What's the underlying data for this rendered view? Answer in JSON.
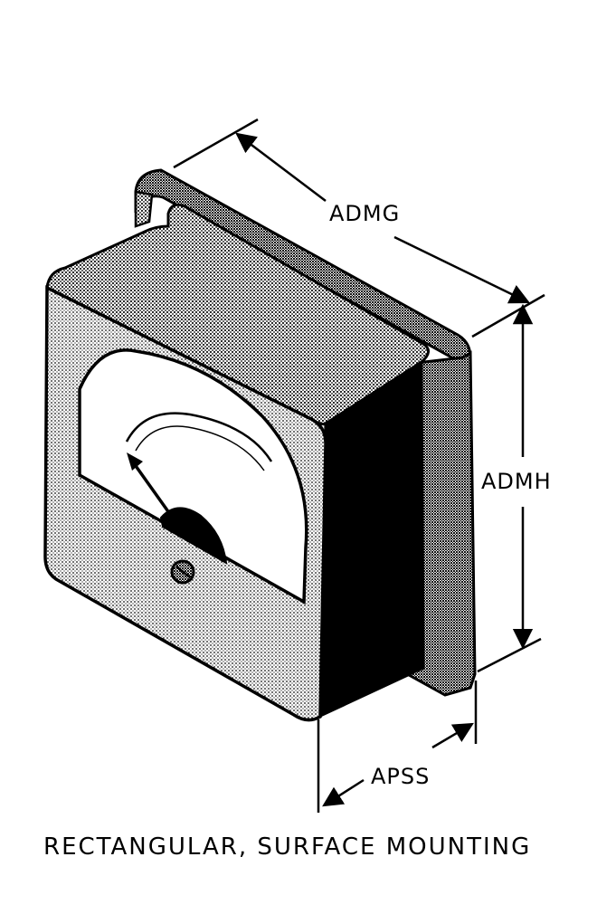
{
  "figure": {
    "caption": "RECTANGULAR, SURFACE MOUNTING",
    "dimensions": {
      "depth_label": "ADMG",
      "height_label": "ADMH",
      "base_label": "APSS"
    }
  },
  "colors": {
    "ink": "#000000",
    "paper": "#ffffff"
  }
}
